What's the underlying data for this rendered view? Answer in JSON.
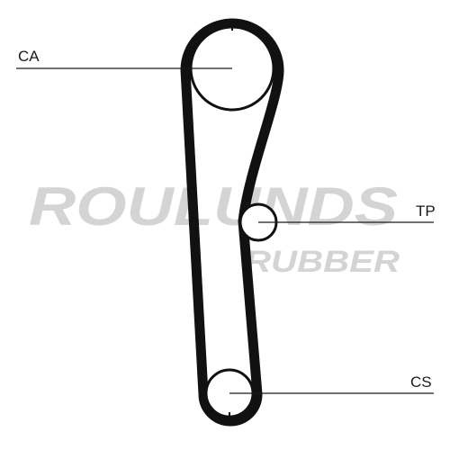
{
  "diagram": {
    "watermark": {
      "brand": "ROULUNDS",
      "sub": "RUBBER"
    },
    "labels": {
      "camshaft": "CA",
      "tensioner": "TP",
      "crankshaft": "CS"
    },
    "colors": {
      "belt": "#111111",
      "leader": "#1a1a1a",
      "watermark": "#d4d4d4"
    }
  }
}
